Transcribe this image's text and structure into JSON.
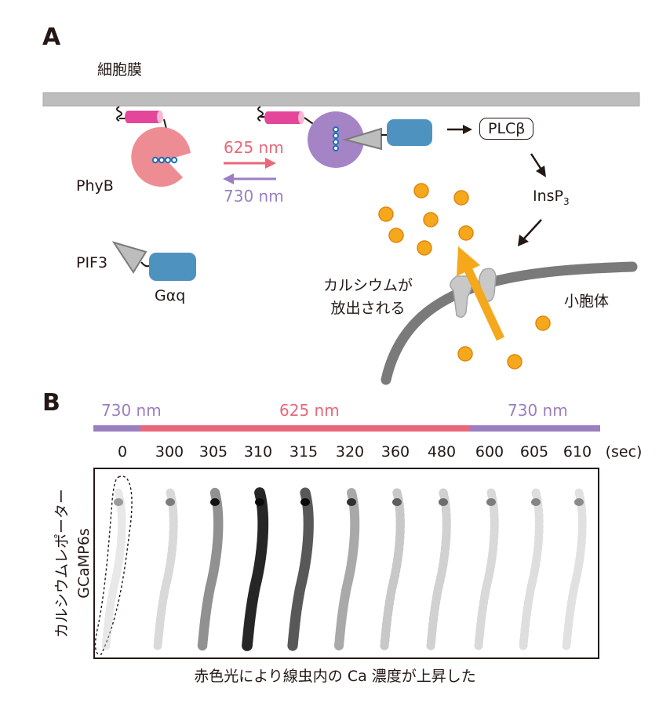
{
  "panelA": {
    "letter": "A",
    "membrane_label": "細胞膜",
    "phyb_label": "PhyB",
    "wavelength_red": "625 nm",
    "wavelength_purple": "730 nm",
    "pif3_label": "PIF3",
    "galpha_label": "Gαq",
    "plc_label": "PLCβ",
    "insp3_label": "InsP",
    "insp3_subscript": "3",
    "calcium_release_line1": "カルシウムが",
    "calcium_release_line2": "放出される",
    "er_label": "小胞体"
  },
  "panelB": {
    "letter": "B",
    "bar_labels": [
      "730 nm",
      "625 nm",
      "730 nm"
    ],
    "times": [
      "0",
      "300",
      "305",
      "310",
      "315",
      "320",
      "360",
      "480",
      "600",
      "605",
      "610"
    ],
    "time_unit": "(sec)",
    "reporter_line1": "カルシウムレポーター",
    "reporter_line2": "GCaMP6s",
    "caption": "赤色光により線虫内の Ca 濃度が上昇した"
  },
  "colors": {
    "red_light": "#e8687a",
    "far_red_light": "#9b7fc0",
    "phyb_pink": "#ee8c94",
    "linker_magenta": "#e4479a",
    "gprotein_blue": "#4e93c0",
    "phyb_active_purple": "#a584c6",
    "calcium_orange": "#f5a81c",
    "membrane_gray": "#bdbdbd"
  },
  "frame_intensities": [
    0.15,
    0.25,
    0.6,
    0.95,
    0.8,
    0.5,
    0.35,
    0.3,
    0.25,
    0.22,
    0.2
  ]
}
